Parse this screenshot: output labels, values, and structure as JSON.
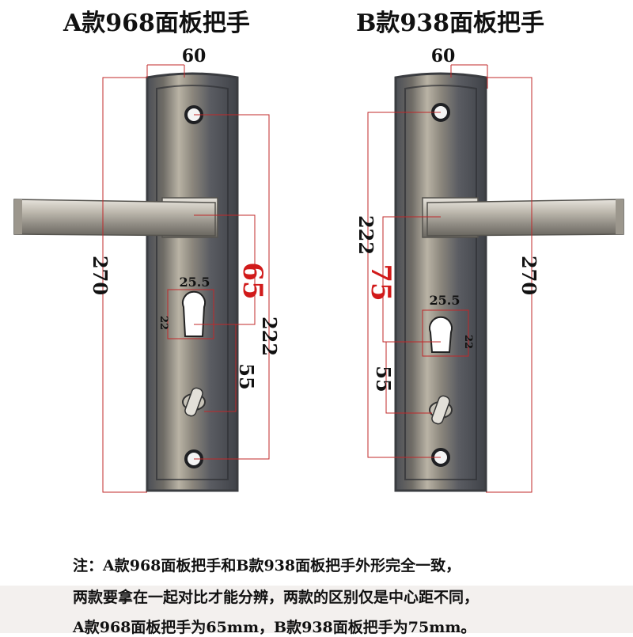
{
  "titles": {
    "a": "A款968面板把手",
    "b": "B款938面板把手"
  },
  "handle_a": {
    "width": "60",
    "height": "270",
    "center_distance": "65",
    "screw_distance": "222",
    "keyhole_width": "25.5",
    "keyhole_height": "22",
    "knob_distance": "55"
  },
  "handle_b": {
    "width": "60",
    "height": "270",
    "center_distance": "75",
    "screw_distance": "222",
    "keyhole_width": "25.5",
    "keyhole_height": "22",
    "knob_distance": "55"
  },
  "note": {
    "line1": "注：A款968面板把手和B款938面板把手外形完全一致，",
    "line2": "两款要拿在一起对比才能分辨，两款的区别仅是中心距不同，",
    "line3": "A款968面板把手为65mm，B款938面板把手为75mm。"
  },
  "colors": {
    "dimension_line": "#c0282a",
    "highlight_text": "#d11a1a",
    "plate_dark": "#55585f",
    "plate_light": "#b8b3a6"
  }
}
